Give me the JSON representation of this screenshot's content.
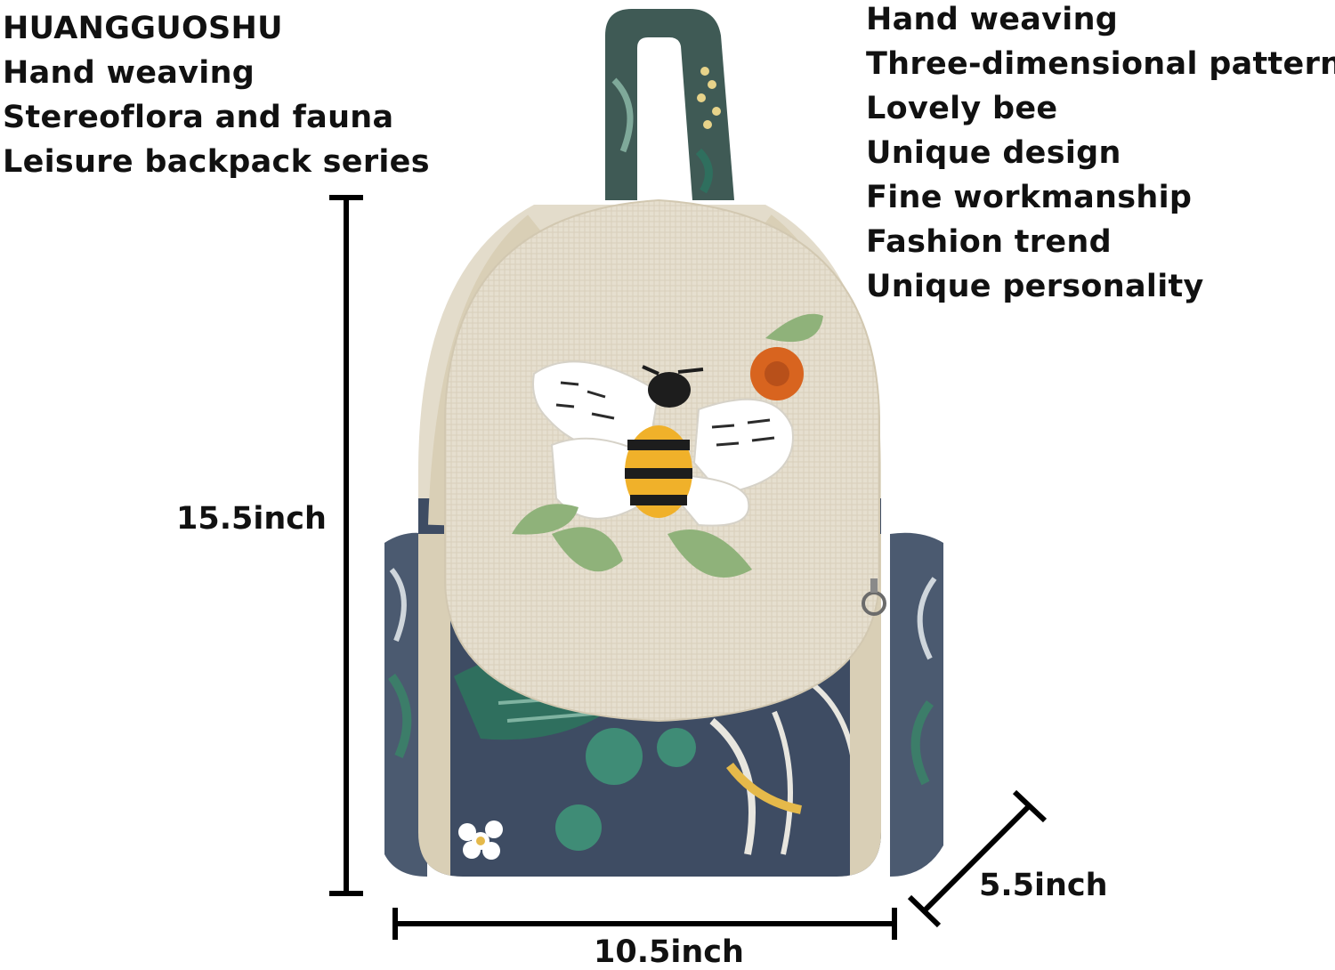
{
  "header_left": {
    "lines": [
      "HUANGGUOSHU",
      "Hand weaving",
      "Stereoflora and fauna",
      "Leisure backpack series"
    ]
  },
  "header_right": {
    "lines": [
      "Hand weaving",
      "Three-dimensional pattern",
      "Lovely bee",
      "Unique design",
      "Fine workmanship",
      "Fashion trend",
      "Unique personality"
    ]
  },
  "dimensions": {
    "height": "15.5inch",
    "width": "10.5inch",
    "depth": "5.5inch"
  },
  "colors": {
    "canvas_beige": "#e3dccb",
    "floral_navy": "#3e4c63",
    "leaf_green": "#2f6f5e",
    "bee_yellow": "#f0b12a",
    "flower_orange": "#d8641f",
    "crochet_leaf": "#8fb27a"
  }
}
